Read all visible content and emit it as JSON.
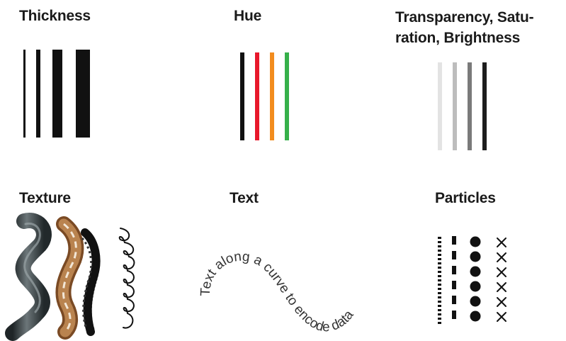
{
  "headings": {
    "thickness": "Thickness",
    "hue": "Hue",
    "transparency": "Transparency, Satu-ration, Brightness",
    "transparency_line1": "Transparency, Satu-",
    "transparency_line2": "ration, Brightness",
    "texture": "Texture",
    "text": "Text",
    "particles": "Particles"
  },
  "thickness": {
    "line_color": "#111111",
    "relative_widths": [
      1,
      3,
      6,
      8
    ]
  },
  "hue": {
    "line_colors": [
      "#111111",
      "#e8182b",
      "#f28c1e",
      "#36b04a"
    ]
  },
  "transparency": {
    "line_colors": [
      "#e3e3e3",
      "#bdbdbd",
      "#7a7a7a",
      "#1e1e1e"
    ]
  },
  "texture": {
    "styles": [
      "ribbon-icon",
      "rope-icon",
      "brush-stroke-icon",
      "coil-icon"
    ],
    "colors": {
      "ribbon": "#3c4446",
      "rope": "#a36a3c",
      "brush": "#111111",
      "coil": "#111111"
    }
  },
  "curve_text": {
    "content": "Text along a curve to encode data",
    "color": "#333333"
  },
  "particles": {
    "styles": [
      "dots-icon",
      "dashes-icon",
      "circles-icon",
      "crosses-icon"
    ],
    "color": "#111111"
  }
}
